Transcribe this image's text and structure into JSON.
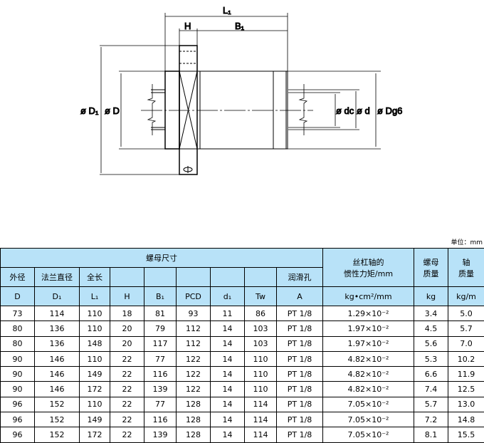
{
  "diagram": {
    "labels": {
      "L1": "L₁",
      "H": "H",
      "B1": "B₁",
      "D1": "ø D₁",
      "D": "ø D",
      "dc": "ø dc",
      "d": "ø d",
      "Dg6": "ø Dg6"
    }
  },
  "unit": "单位：mm",
  "table": {
    "group_header": "螺母尺寸",
    "inertia_header": "丝杠轴的\n惯性力矩/mm",
    "nut_mass_header": "螺母\n质量",
    "shaft_mass_header": "轴\n质量",
    "col_names": [
      "外径",
      "法兰直径",
      "全长",
      "",
      "",
      "",
      "",
      "",
      "润滑孔"
    ],
    "col_symbols": [
      "D",
      "D₁",
      "L₁",
      "H",
      "B₁",
      "PCD",
      "d₁",
      "Tw",
      "A",
      "kg•cm²/mm",
      "kg",
      "kg/m"
    ],
    "rows": [
      [
        "73",
        "114",
        "110",
        "18",
        "81",
        "93",
        "11",
        "86",
        "PT 1/8",
        "1.29×10⁻²",
        "3.4",
        "5.0"
      ],
      [
        "80",
        "136",
        "110",
        "20",
        "79",
        "112",
        "14",
        "103",
        "PT 1/8",
        "1.97×10⁻²",
        "4.5",
        "5.7"
      ],
      [
        "80",
        "136",
        "148",
        "20",
        "117",
        "112",
        "14",
        "103",
        "PT 1/8",
        "1.97×10⁻²",
        "5.6",
        "7.0"
      ],
      [
        "90",
        "146",
        "110",
        "22",
        "77",
        "122",
        "14",
        "110",
        "PT 1/8",
        "4.82×10⁻²",
        "5.3",
        "10.2"
      ],
      [
        "90",
        "146",
        "149",
        "22",
        "116",
        "122",
        "14",
        "110",
        "PT 1/8",
        "4.82×10⁻²",
        "6.6",
        "11.9"
      ],
      [
        "90",
        "146",
        "172",
        "22",
        "139",
        "122",
        "14",
        "110",
        "PT 1/8",
        "4.82×10⁻²",
        "7.4",
        "12.5"
      ],
      [
        "96",
        "152",
        "110",
        "22",
        "77",
        "128",
        "14",
        "114",
        "PT 1/8",
        "7.05×10⁻²",
        "5.7",
        "13.0"
      ],
      [
        "96",
        "152",
        "149",
        "22",
        "116",
        "128",
        "14",
        "114",
        "PT 1/8",
        "7.05×10⁻²",
        "7.2",
        "14.8"
      ],
      [
        "96",
        "152",
        "172",
        "22",
        "139",
        "128",
        "14",
        "114",
        "PT 1/8",
        "7.05×10⁻²",
        "8.1",
        "15.5"
      ]
    ]
  }
}
